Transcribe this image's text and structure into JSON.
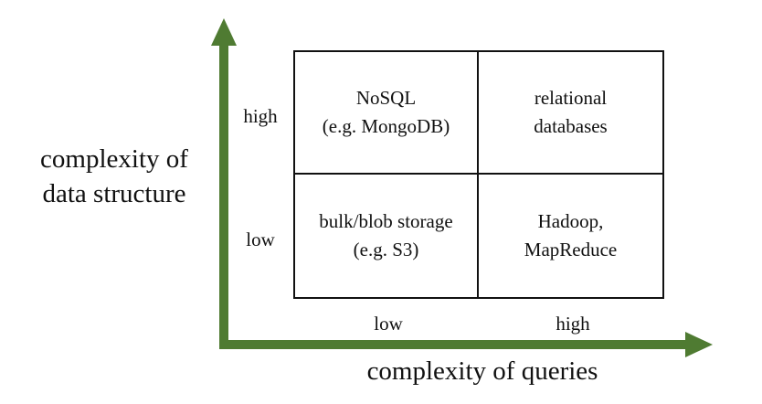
{
  "colors": {
    "axis": "#4f7b32",
    "grid_line": "#111111",
    "text": "#111111",
    "background": "#ffffff"
  },
  "y_axis": {
    "title_line1": "complexity of",
    "title_line2": "data structure",
    "ticks": [
      "high",
      "low"
    ]
  },
  "x_axis": {
    "title": "complexity of queries",
    "ticks": [
      "low",
      "high"
    ]
  },
  "quadrants": {
    "top_left": {
      "line1": "NoSQL",
      "line2": "(e.g. MongoDB)"
    },
    "top_right": {
      "line1": "relational",
      "line2": "databases"
    },
    "bottom_left": {
      "line1": "bulk/blob storage",
      "line2": "(e.g. S3)"
    },
    "bottom_right": {
      "line1": "Hadoop,",
      "line2": "MapReduce"
    }
  }
}
